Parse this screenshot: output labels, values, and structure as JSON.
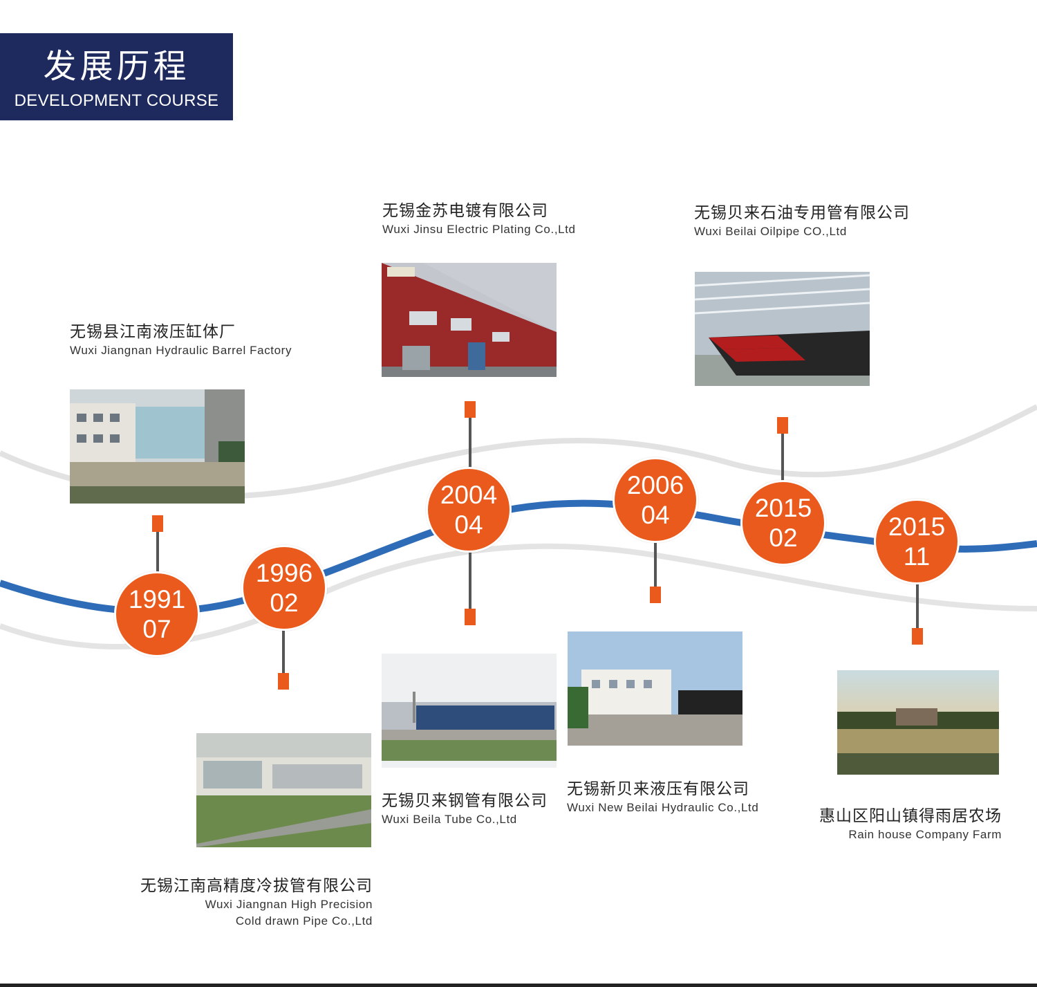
{
  "header": {
    "title_cn": "发展历程",
    "title_en": "DEVELOPMENT COURSE"
  },
  "colors": {
    "header_bg": "#1e2a5e",
    "accent_orange": "#ea5a1c",
    "blue_wave": "#2f6cb8",
    "gray_wave": "#e3e3e3",
    "stem": "#555555"
  },
  "milestones": [
    {
      "year": "1991",
      "month": "07",
      "name_cn": "无锡县江南液压缸体厂",
      "name_en": "Wuxi Jiangnan Hydraulic Barrel Factory"
    },
    {
      "year": "1996",
      "month": "02",
      "name_cn": "无锡江南高精度冷拔管有限公司",
      "name_en_line1": "Wuxi Jiangnan High Precision",
      "name_en_line2": "Cold drawn Pipe Co.,Ltd"
    },
    {
      "year": "2004",
      "month": "04",
      "name_cn_top": "无锡金苏电镀有限公司",
      "name_en_top": "Wuxi Jinsu Electric Plating Co.,Ltd",
      "name_cn_bottom": "无锡贝来钢管有限公司",
      "name_en_bottom": "Wuxi Beila Tube Co.,Ltd"
    },
    {
      "year": "2006",
      "month": "04",
      "name_cn": "无锡新贝来液压有限公司",
      "name_en": "Wuxi New Beilai Hydraulic Co.,Ltd"
    },
    {
      "year": "2015",
      "month": "02",
      "name_cn": "无锡贝来石油专用管有限公司",
      "name_en": "Wuxi Beilai Oilpipe CO.,Ltd"
    },
    {
      "year": "2015",
      "month": "11",
      "name_cn": "惠山区阳山镇得雨居农场",
      "name_en": "Rain house Company Farm"
    }
  ]
}
